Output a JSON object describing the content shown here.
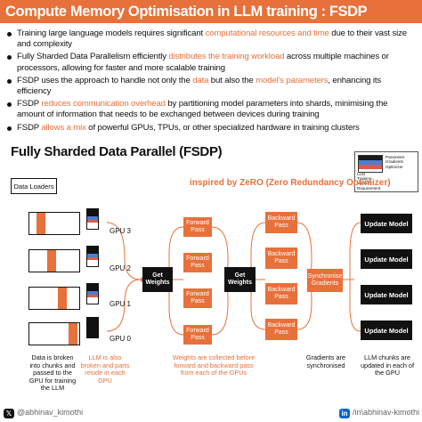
{
  "title": "Compute Memory Optimisation in LLM training : FSDP",
  "bullets": [
    {
      "pre": "Training large language models requires significant ",
      "hl": "computational resources and time",
      "post": " due to their vast size and complexity"
    },
    {
      "pre": "Fully Sharded Data Parallelism efficiently ",
      "hl": "distributes the training workload",
      "post": " across multiple machines or processors, allowing for faster and more scalable training"
    },
    {
      "pre": "FSDP uses the approach to handle not only the ",
      "hl": "data",
      "mid": " but also the ",
      "hl2": "model's parameters",
      "post": ", enhancing its efficiency"
    },
    {
      "pre": "FSDP ",
      "hl": "reduces communication overhead",
      "post": " by partitioning model parameters into shards, minimising the amount of information that needs to be exchanged between devices during training"
    },
    {
      "pre": "FSDP ",
      "hl": "allows a mix",
      "post": " of powerful GPUs, TPUs, or other specialized hardware in training clusters"
    }
  ],
  "diagram": {
    "title": "Fully Sharded Data Parallel (FSDP)",
    "inspired": "inspired by ZeRO (Zero Redundancy Optimizer)",
    "legend": {
      "left": [
        "LLM",
        "Training",
        "Memory",
        "Requirement"
      ],
      "right": [
        "Parameter",
        "Gradients",
        "Optimizer"
      ]
    },
    "data_loaders": "Data Loaders",
    "gpus": [
      "GPU 3",
      "GPU 2",
      "GPU 1",
      "GPU 0"
    ],
    "get_weights": "Get Weights",
    "forward_pass": "Forward Pass",
    "backward_pass": "Backward Pass",
    "synchronise": "Synchronise Gradients",
    "update_model": "Update Model",
    "captions": {
      "data": "Data is broken into chunks and passed to the GPU for training the LLM",
      "llm": "LLM is also broken and parts reside in each GPU",
      "weights": "Weights are collected before forward and backward pass from each of the GPUs",
      "gradients": "Gradients are synchronised",
      "update": "LLM chunks are updated in each of the GPU"
    }
  },
  "footer": {
    "left_handle": "@abhinav_kimothi",
    "right_handle": "/in\\abhinav-kimothi"
  },
  "colors": {
    "accent": "#e8703a",
    "black": "#111111",
    "blue": "#4a7fd4",
    "red": "#e05a4a"
  }
}
